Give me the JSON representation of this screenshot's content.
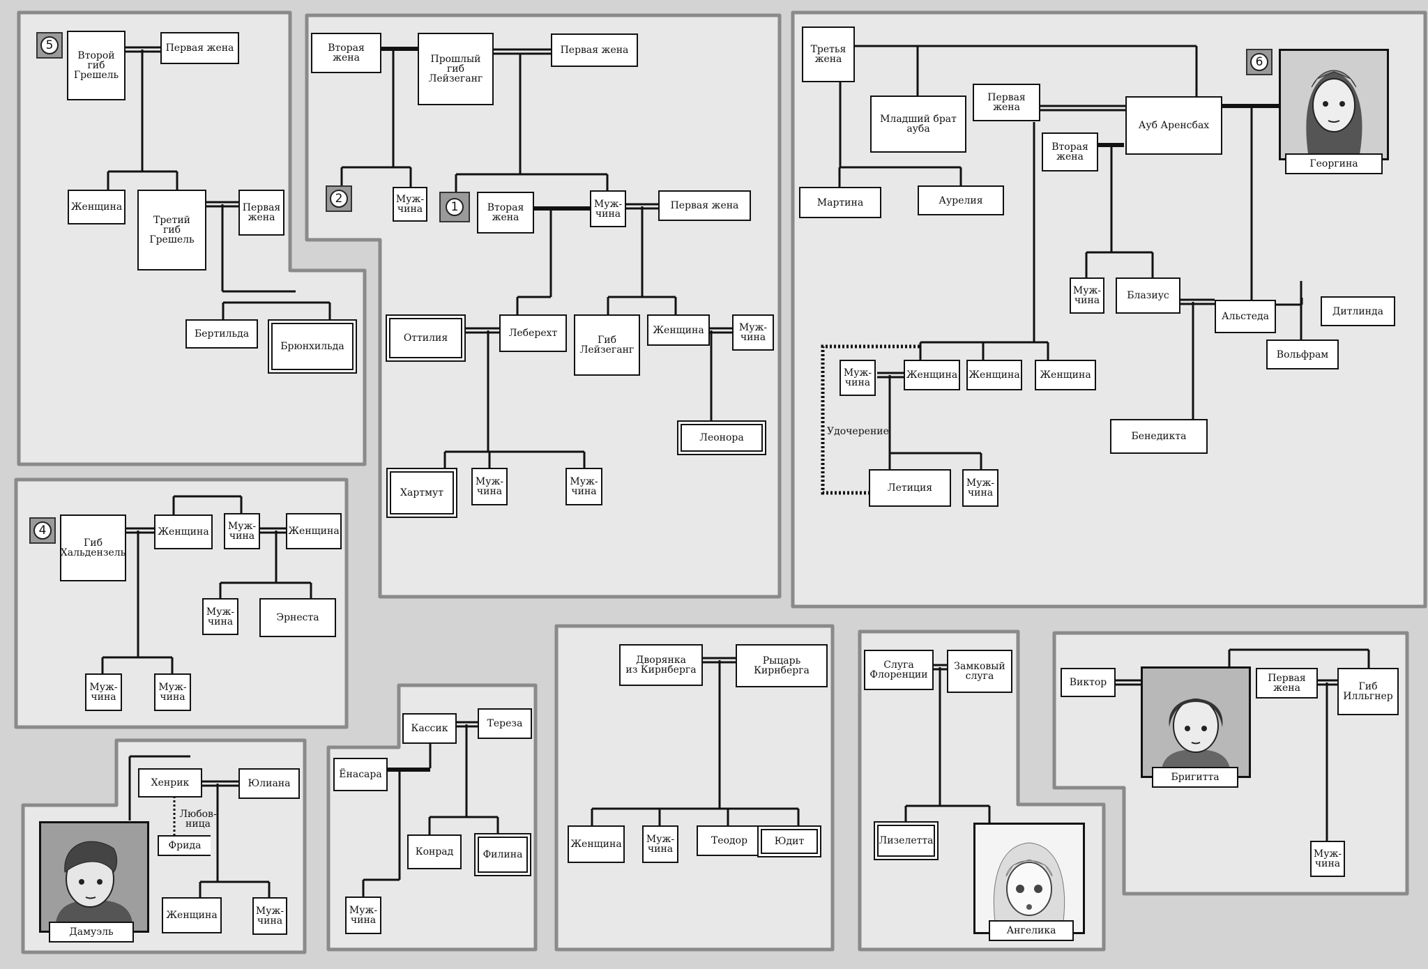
{
  "diagram": {
    "title": "",
    "badges": {
      "b1": "1",
      "b2": "2",
      "b4": "4",
      "b5": "5",
      "b6": "6"
    },
    "nodes": {
      "p5_vtoroi_gib_greshel": "Второй\nгиб\nГрешель",
      "p5_pervaya_zhena": "Первая жена",
      "p5_zhenshchina": "Женщина",
      "p5_tretii_gib_greshel": "Третий\nгиб\nГрешель",
      "p5_pervaya_zhena2": "Первая\nжена",
      "p5_bertilda": "Бертильда",
      "p5_bryunkhilda": "Брюнхильда",
      "p1_vtoraya_zhena_top": "Вторая жена",
      "p1_proshlyi_gib": "Прошлый\nгиб\nЛейзеганг",
      "p1_pervaya_zhena_top": "Первая жена",
      "p1_muzhchina_left": "Муж-\nчина",
      "p1_vtoraya_zhena": "Вторая\nжена",
      "p1_muzhchina_center": "Муж-\nчина",
      "p1_pervaya_zhena": "Первая жена",
      "p1_ottiliya": "Оттилия",
      "p1_leberekht": "Леберехт",
      "p1_gib_leizegang": "Гиб\nЛейзеганг",
      "p1_zhenshchina": "Женщина",
      "p1_muzhchina_right": "Муж-\nчина",
      "p1_leonora": "Леонора",
      "p1_khartmut": "Хартмут",
      "p1_muzhchina_b1": "Муж-\nчина",
      "p1_muzhchina_b2": "Муж-\nчина",
      "p6_tretya_zhena": "Третья\nжена",
      "p6_mladshii_brat": "Младший брат\nауба",
      "p6_pervaya_zhena": "Первая\nжена",
      "p6_aub_arensbakh": "Ауб Аренсбах",
      "p6_vtoraya_zhena": "Вторая\nжена",
      "p6_martina": "Мартина",
      "p6_aureliya": "Аурелия",
      "p6_muzhchina": "Муж-\nчина",
      "p6_blazius": "Блазиус",
      "p6_alsteda": "Альстеда",
      "p6_ditlinda": "Дитлинда",
      "p6_volfram": "Вольфрам",
      "p6_muzhchina2": "Муж-\nчина",
      "p6_zhenshchina1": "Женщина",
      "p6_zhenshchina2": "Женщина",
      "p6_zhenshchina3": "Женщина",
      "p6_udocherenie": "Удочерение",
      "p6_letitsiya": "Летиция",
      "p6_muzhchina3": "Муж-\nчина",
      "p6_benedikta": "Бенедикта",
      "p6_georgina": "Георгина",
      "p4_gib_khaldenzel": "Гиб\nХальдензель",
      "p4_zhenshchina1": "Женщина",
      "p4_muzhchina": "Муж-\nчина",
      "p4_zhenshchina2": "Женщина",
      "p4_muzhchina2": "Муж-\nчина",
      "p4_ernesta": "Эрнеста",
      "p4_muzhchina3": "Муж-\nчина",
      "p4_muzhchina4": "Муж-\nчина",
      "pd_khenrik": "Хенрик",
      "pd_yuliana": "Юлиана",
      "pd_lyubovnitsa": "Любов-\nница",
      "pd_frida": "Фрида",
      "pd_zhenshchina": "Женщина",
      "pd_muzhchina": "Муж-\nчина",
      "pd_damuel": "Дамуэль",
      "pk_kassik": "Кассик",
      "pk_tereza": "Тереза",
      "pk_enasara": "Ёнасара",
      "pk_konrad": "Конрад",
      "pk_filina": "Филина",
      "pk_muzhchina": "Муж-\nчина",
      "pkb_dvoryanka": "Дворянка\nиз Кирнберга",
      "pkb_rytsar": "Рыцарь\nКирнберга",
      "pkb_zhenshchina": "Женщина",
      "pkb_muzhchina": "Муж-\nчина",
      "pkb_teodor": "Теодор",
      "pkb_yudit": "Юдит",
      "pa_sluga_florentsii": "Слуга\nФлоренции",
      "pa_zamkovyi_sluga": "Замковый\nслуга",
      "pa_lizeletta": "Лизелетта",
      "pa_angelika": "Ангелика",
      "pb_viktor": "Виктор",
      "pb_pervaya_zhena": "Первая\nжена",
      "pb_gib_illgner": "Гиб\nИлльгнер",
      "pb_brigitta": "Бригитта",
      "pb_muzhchina": "Муж-\nчина"
    }
  }
}
